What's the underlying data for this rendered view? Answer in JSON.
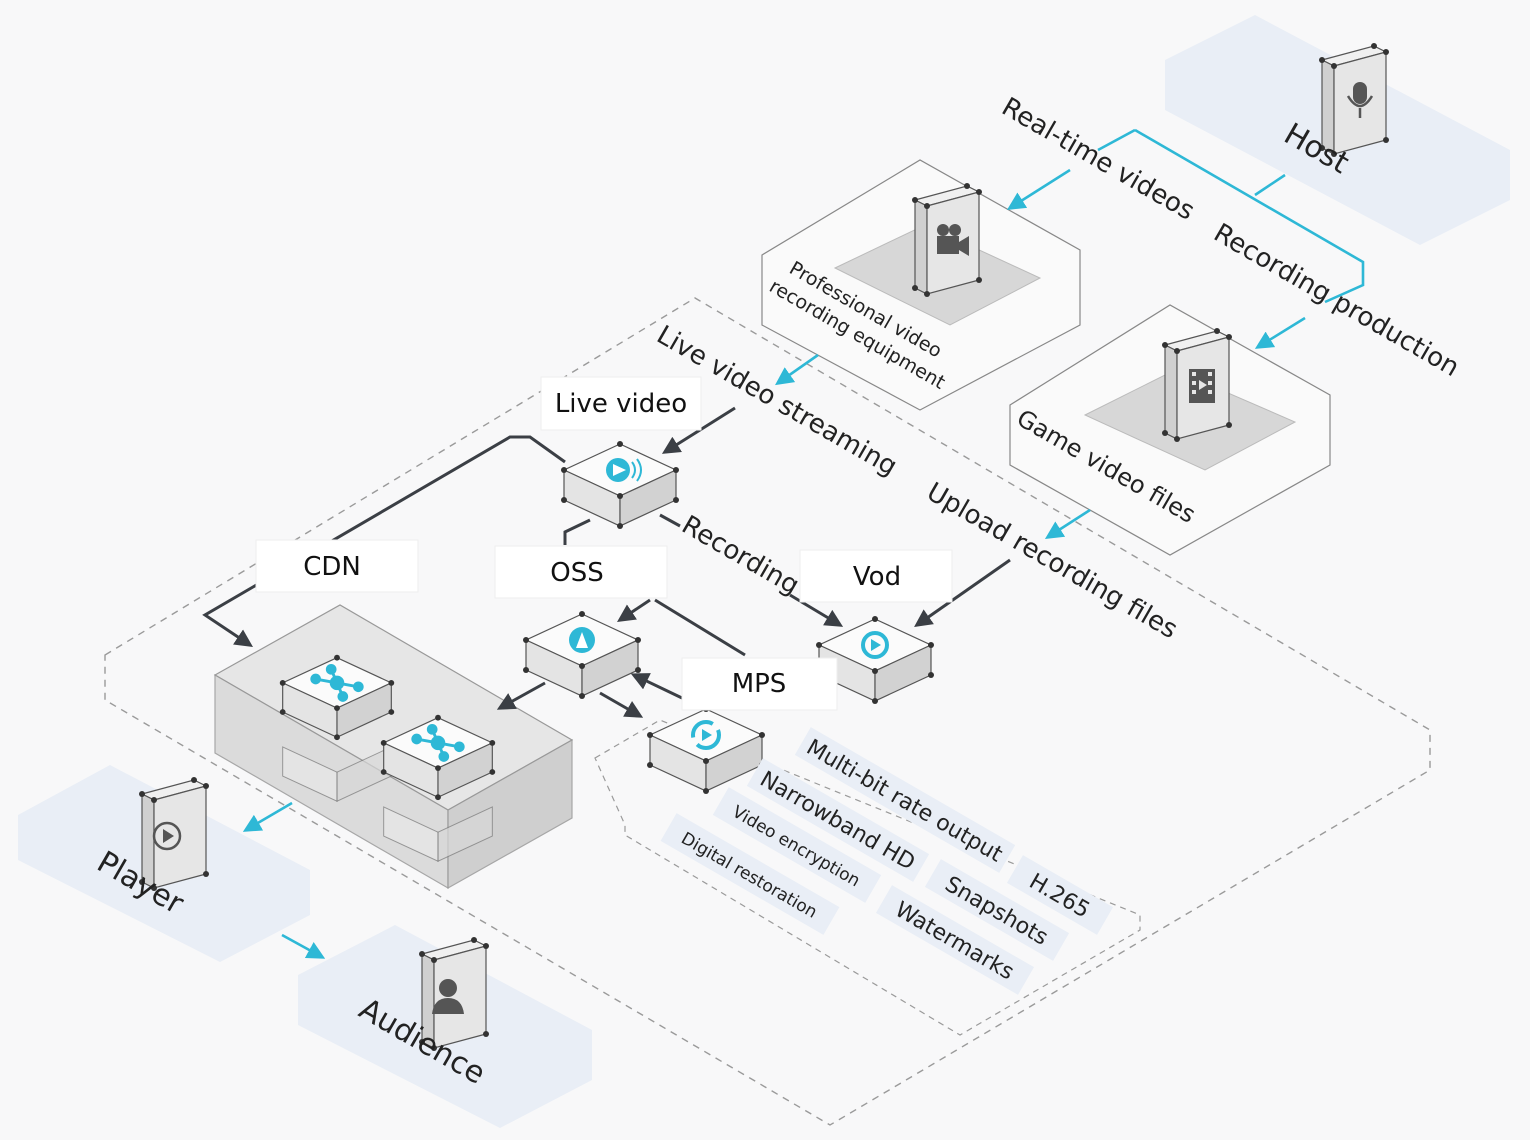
{
  "nodes": {
    "host": "Host",
    "player": "Player",
    "audience": "Audience",
    "pro_equipment_line1": "Professional video",
    "pro_equipment_line2": "recording equipment",
    "game_files": "Game video files"
  },
  "services": {
    "live_video": "Live video",
    "cdn": "CDN",
    "oss": "OSS",
    "vod": "Vod",
    "mps": "MPS"
  },
  "flows": {
    "realtime": "Real-time videos",
    "recording_production": "Recording production",
    "live_streaming": "Live video streaming",
    "recording": "Recording",
    "upload": "Upload recording files"
  },
  "mps_features": {
    "multibit": "Multi-bit rate output",
    "h265": "H.265",
    "narrowband": "Narrowband HD",
    "snapshots": "Snapshots",
    "encryption": "Video encryption",
    "watermarks": "Watermarks",
    "restoration": "Digital restoration"
  },
  "colors": {
    "accent": "#2eb8d6",
    "arrow_dark": "#3b3f45",
    "zone": "#e9eef6"
  },
  "icons": [
    "microphone-icon",
    "video-camera-icon",
    "film-icon",
    "play-icon",
    "person-icon",
    "live-video-icon",
    "oss-icon",
    "vod-icon",
    "mps-icon",
    "cdn-node-icon"
  ]
}
